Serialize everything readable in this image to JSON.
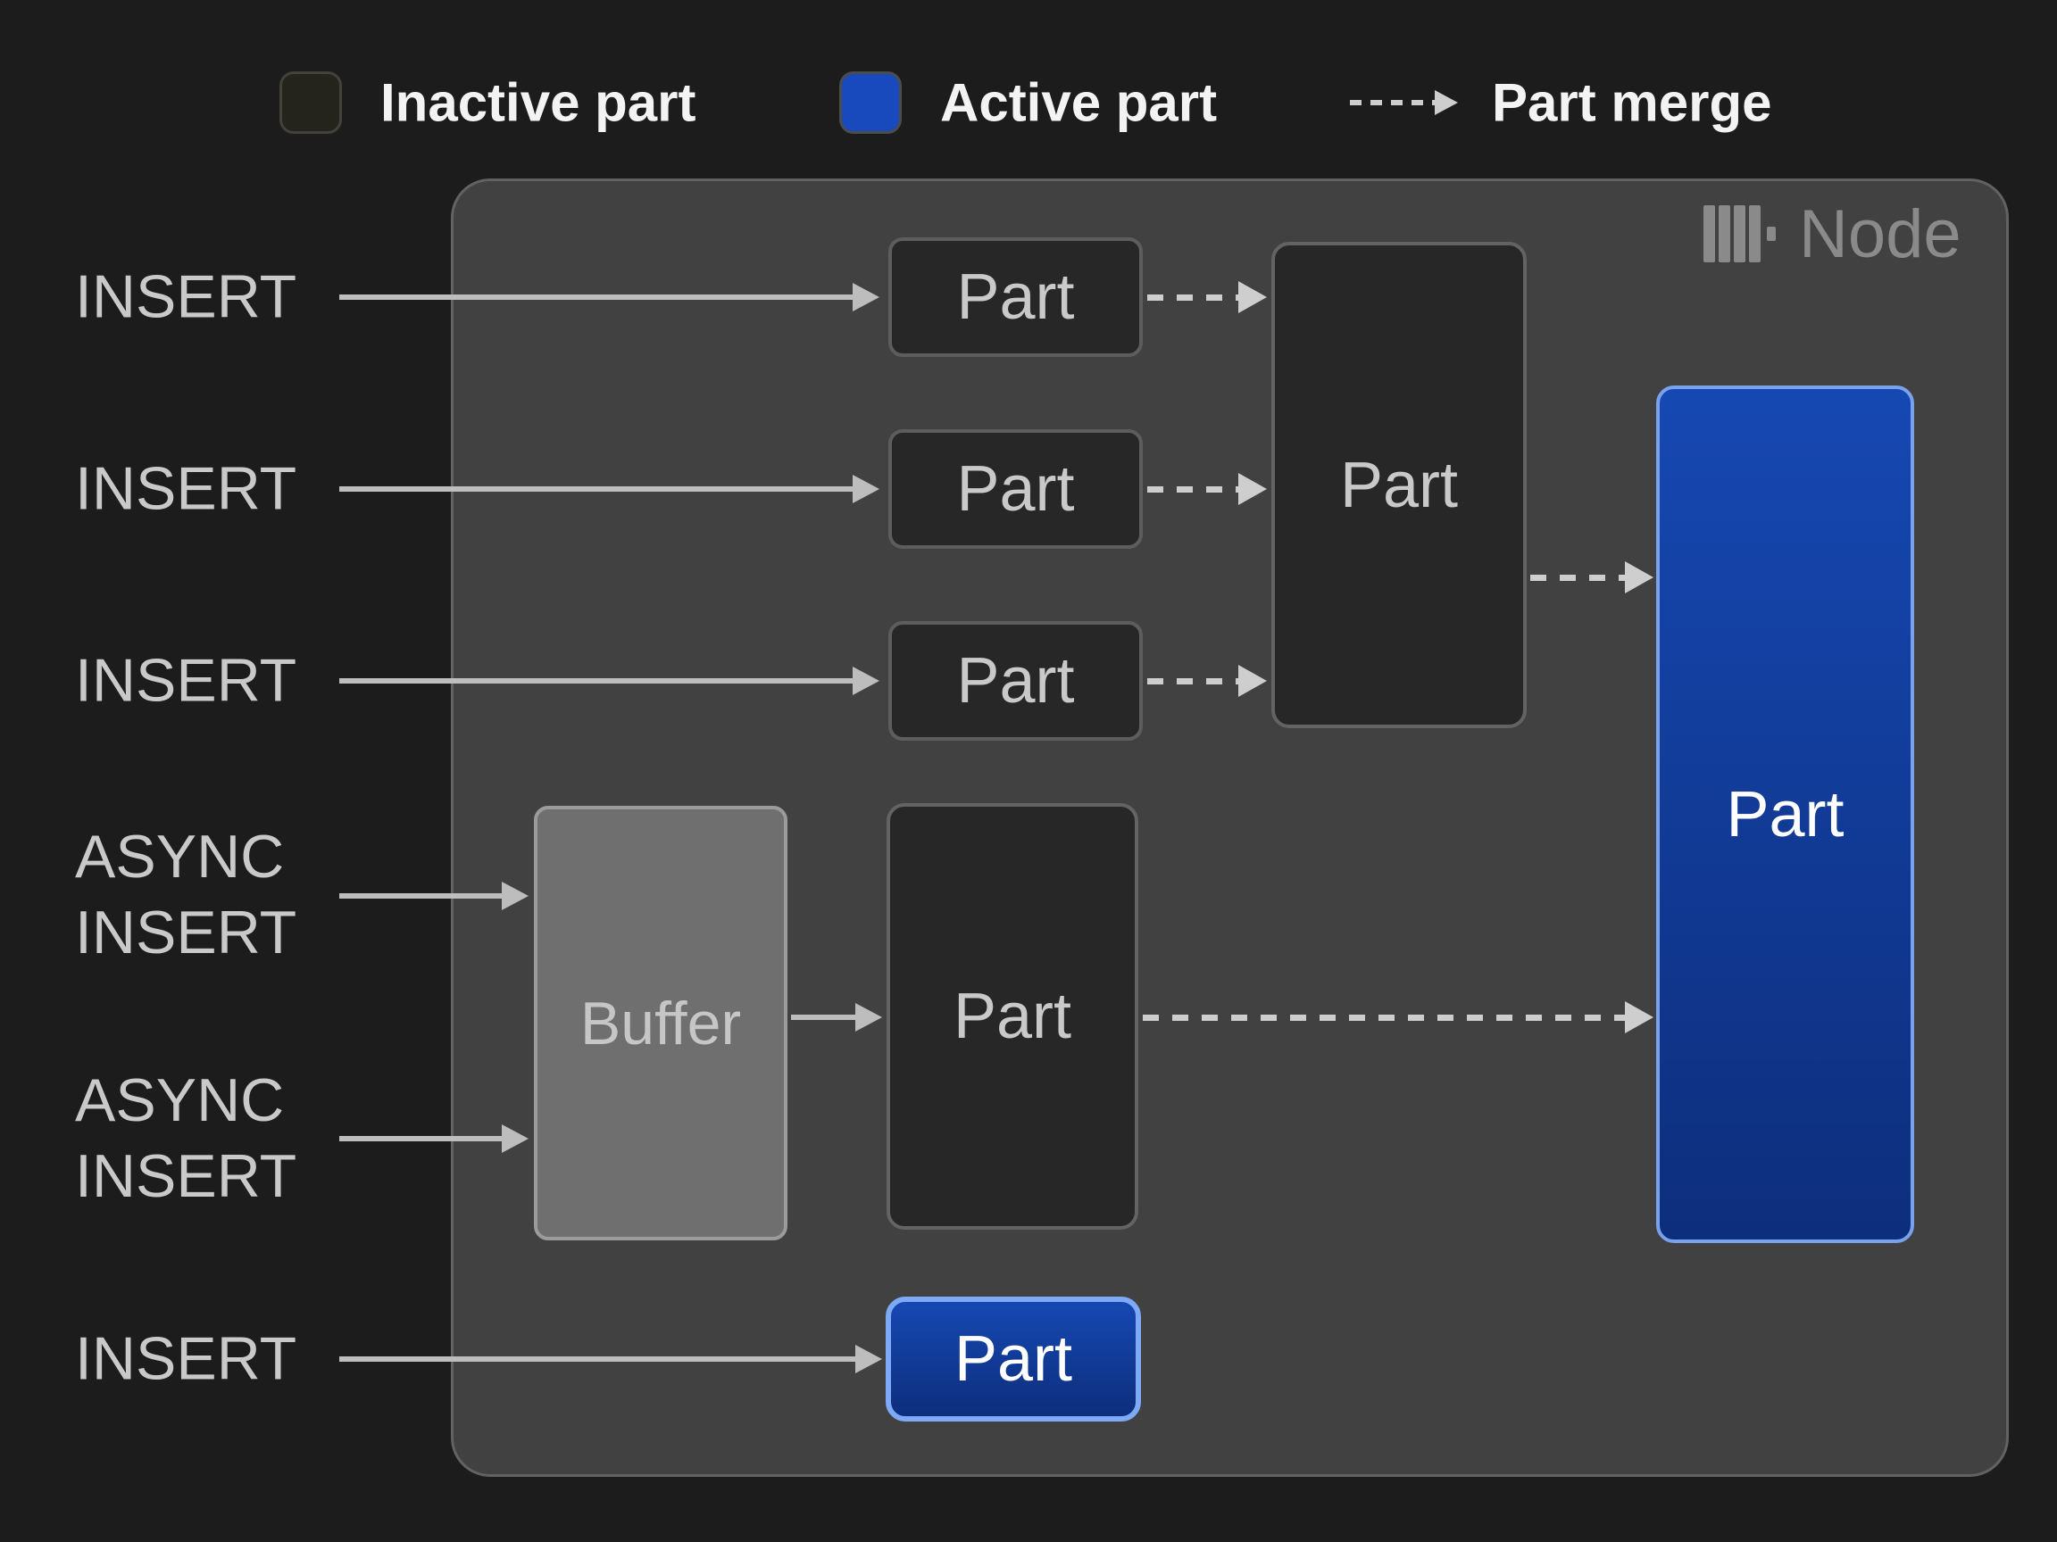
{
  "legend": {
    "inactive": "Inactive part",
    "active": "Active part",
    "merge": "Part merge"
  },
  "node": {
    "label": "Node"
  },
  "inserts": [
    {
      "label": "INSERT"
    },
    {
      "label": "INSERT"
    },
    {
      "label": "INSERT"
    },
    {
      "label": "ASYNC\nINSERT"
    },
    {
      "label": "ASYNC\nINSERT"
    },
    {
      "label": "INSERT"
    }
  ],
  "boxes": {
    "part_small_1": "Part",
    "part_small_2": "Part",
    "part_small_3": "Part",
    "part_merged": "Part",
    "buffer": "Buffer",
    "part_buffer_flush": "Part",
    "part_active_small": "Part",
    "part_active_large": "Part"
  },
  "colors": {
    "background": "#1c1c1c",
    "node_fill": "#414141",
    "inactive_part_fill": "#272727",
    "active_part_blue": "#1849bd",
    "active_gradient_top": "#1648b2",
    "active_gradient_bottom": "#0d2e7c",
    "active_border": "#7aa1ec",
    "buffer_fill": "#6f6f6f",
    "arrow_gray": "#bdbdbd",
    "text_light": "#f3f3f3",
    "text_gray": "#c9c9c9",
    "node_label_gray": "#8a8a8a"
  }
}
